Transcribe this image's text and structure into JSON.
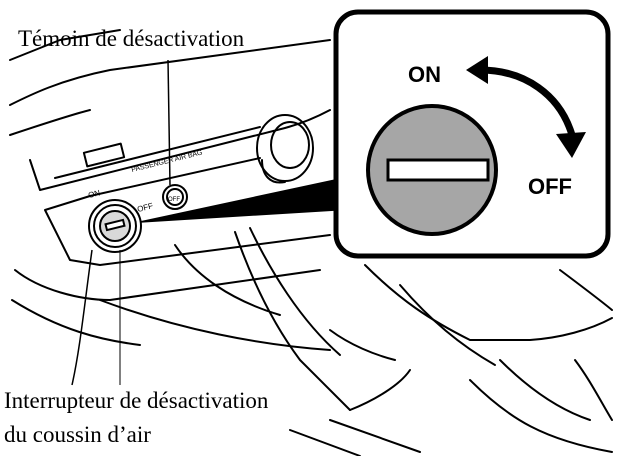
{
  "labels": {
    "indicator": "Témoin de désactivation",
    "switch_line1": "Interrupteur de désactivation",
    "switch_line2": "du coussin d’air"
  },
  "small_labels": {
    "passenger_air_bag": "PASSENGER AIR BAG",
    "on": "ON",
    "off": "OFF",
    "indicator_off": "OFF"
  },
  "inset": {
    "on": "ON",
    "off": "OFF"
  },
  "colors": {
    "line": "#000000",
    "knob_fill": "#a6a6a6",
    "background": "#ffffff"
  }
}
